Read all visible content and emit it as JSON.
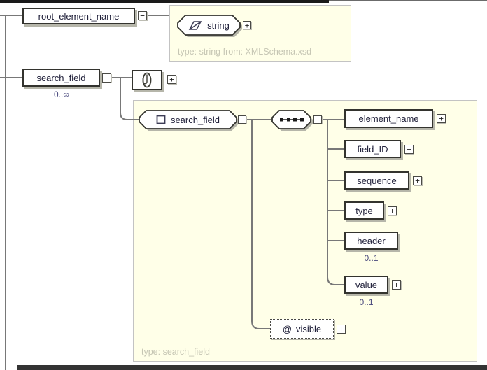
{
  "glyphs": {
    "expand": "+",
    "collapse": "−",
    "attribute_prefix": "@"
  },
  "colors": {
    "panel_background": "#ffffe8",
    "panel_border": "#c3c3c3",
    "node_border": "#33332e",
    "shadow": "#b6b6aa",
    "cardinality_text": "#4a4a7e",
    "annotation_text": "#c6c6b4"
  },
  "diagram": {
    "root": {
      "label": "root_element_name"
    },
    "root_panel": {
      "type_node": {
        "label": "string"
      },
      "annotation": "type: string from: XMLSchema.xsd"
    },
    "search": {
      "label": "search_field",
      "cardinality": "0..∞"
    },
    "type_panel": {
      "complex_node": {
        "label": "search_field"
      },
      "children": [
        {
          "label": "element_name"
        },
        {
          "label": "field_ID"
        },
        {
          "label": "sequence"
        },
        {
          "label": "type"
        },
        {
          "label": "header",
          "cardinality": "0..1"
        },
        {
          "label": "value",
          "cardinality": "0..1"
        }
      ],
      "attribute": {
        "label": "visible"
      },
      "annotation": "type: search_field"
    }
  }
}
